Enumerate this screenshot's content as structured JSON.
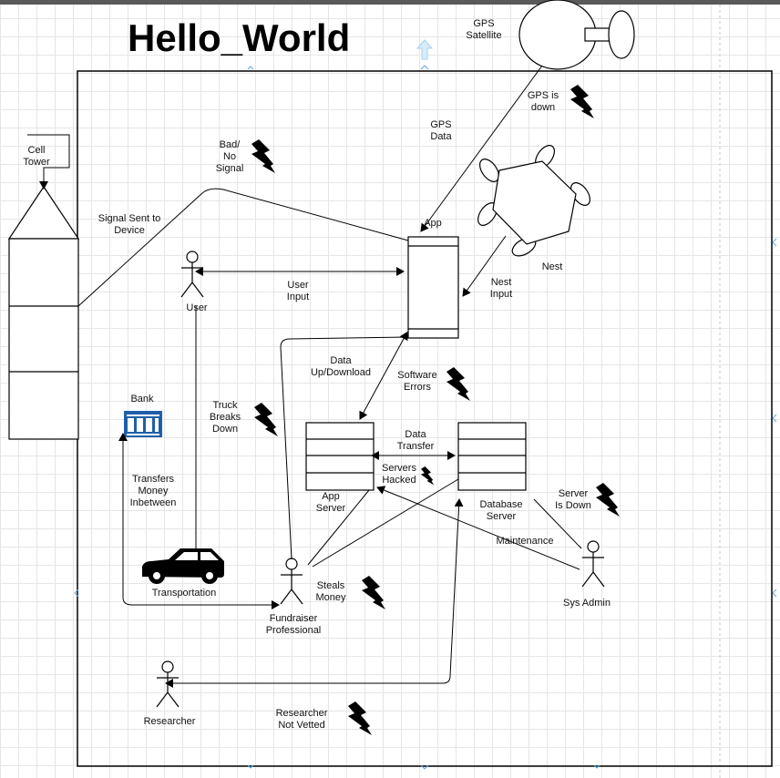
{
  "title": "Hello_World",
  "labels": {
    "gps_satellite": "GPS\nSatellite",
    "gps_down": "GPS is\ndown",
    "gps_data": "GPS\nData",
    "cell_tower": "Cell\nTower",
    "bad_signal": "Bad/\nNo\nSignal",
    "signal_sent": "Signal Sent to\nDevice",
    "app": "App",
    "nest": "Nest",
    "nest_input": "Nest\nInput",
    "user": "User",
    "user_input": "User\nInput",
    "data_updown": "Data\nUp/Download",
    "software_errors": "Software\nErrors",
    "bank": "Bank",
    "truck_breaks": "Truck\nBreaks\nDown",
    "data_transfer": "Data\nTransfer",
    "servers_hacked": "Servers\nHacked",
    "app_server": "App\nServer",
    "database_server": "Database\nServer",
    "server_down": "Server\nIs Down",
    "transfers_money": "Transfers\nMoney\nInbetween",
    "maintenance": "Maintenance",
    "sys_admin": "Sys Admin",
    "transportation": "Transportation",
    "steals_money": "Steals\nMoney",
    "fundraiser": "Fundraiser\nProfessional",
    "researcher": "Researcher",
    "researcher_not_vetted": "Researcher\nNot Vetted"
  },
  "colors": {
    "stroke": "#000000",
    "grid": "#e6e6e6",
    "bank_blue": "#1f5fa8",
    "handle_blue": "#5aa9e6"
  },
  "icons": [
    "lightning-icon",
    "bank-icon",
    "car-icon",
    "actor-icon",
    "satellite-icon"
  ]
}
